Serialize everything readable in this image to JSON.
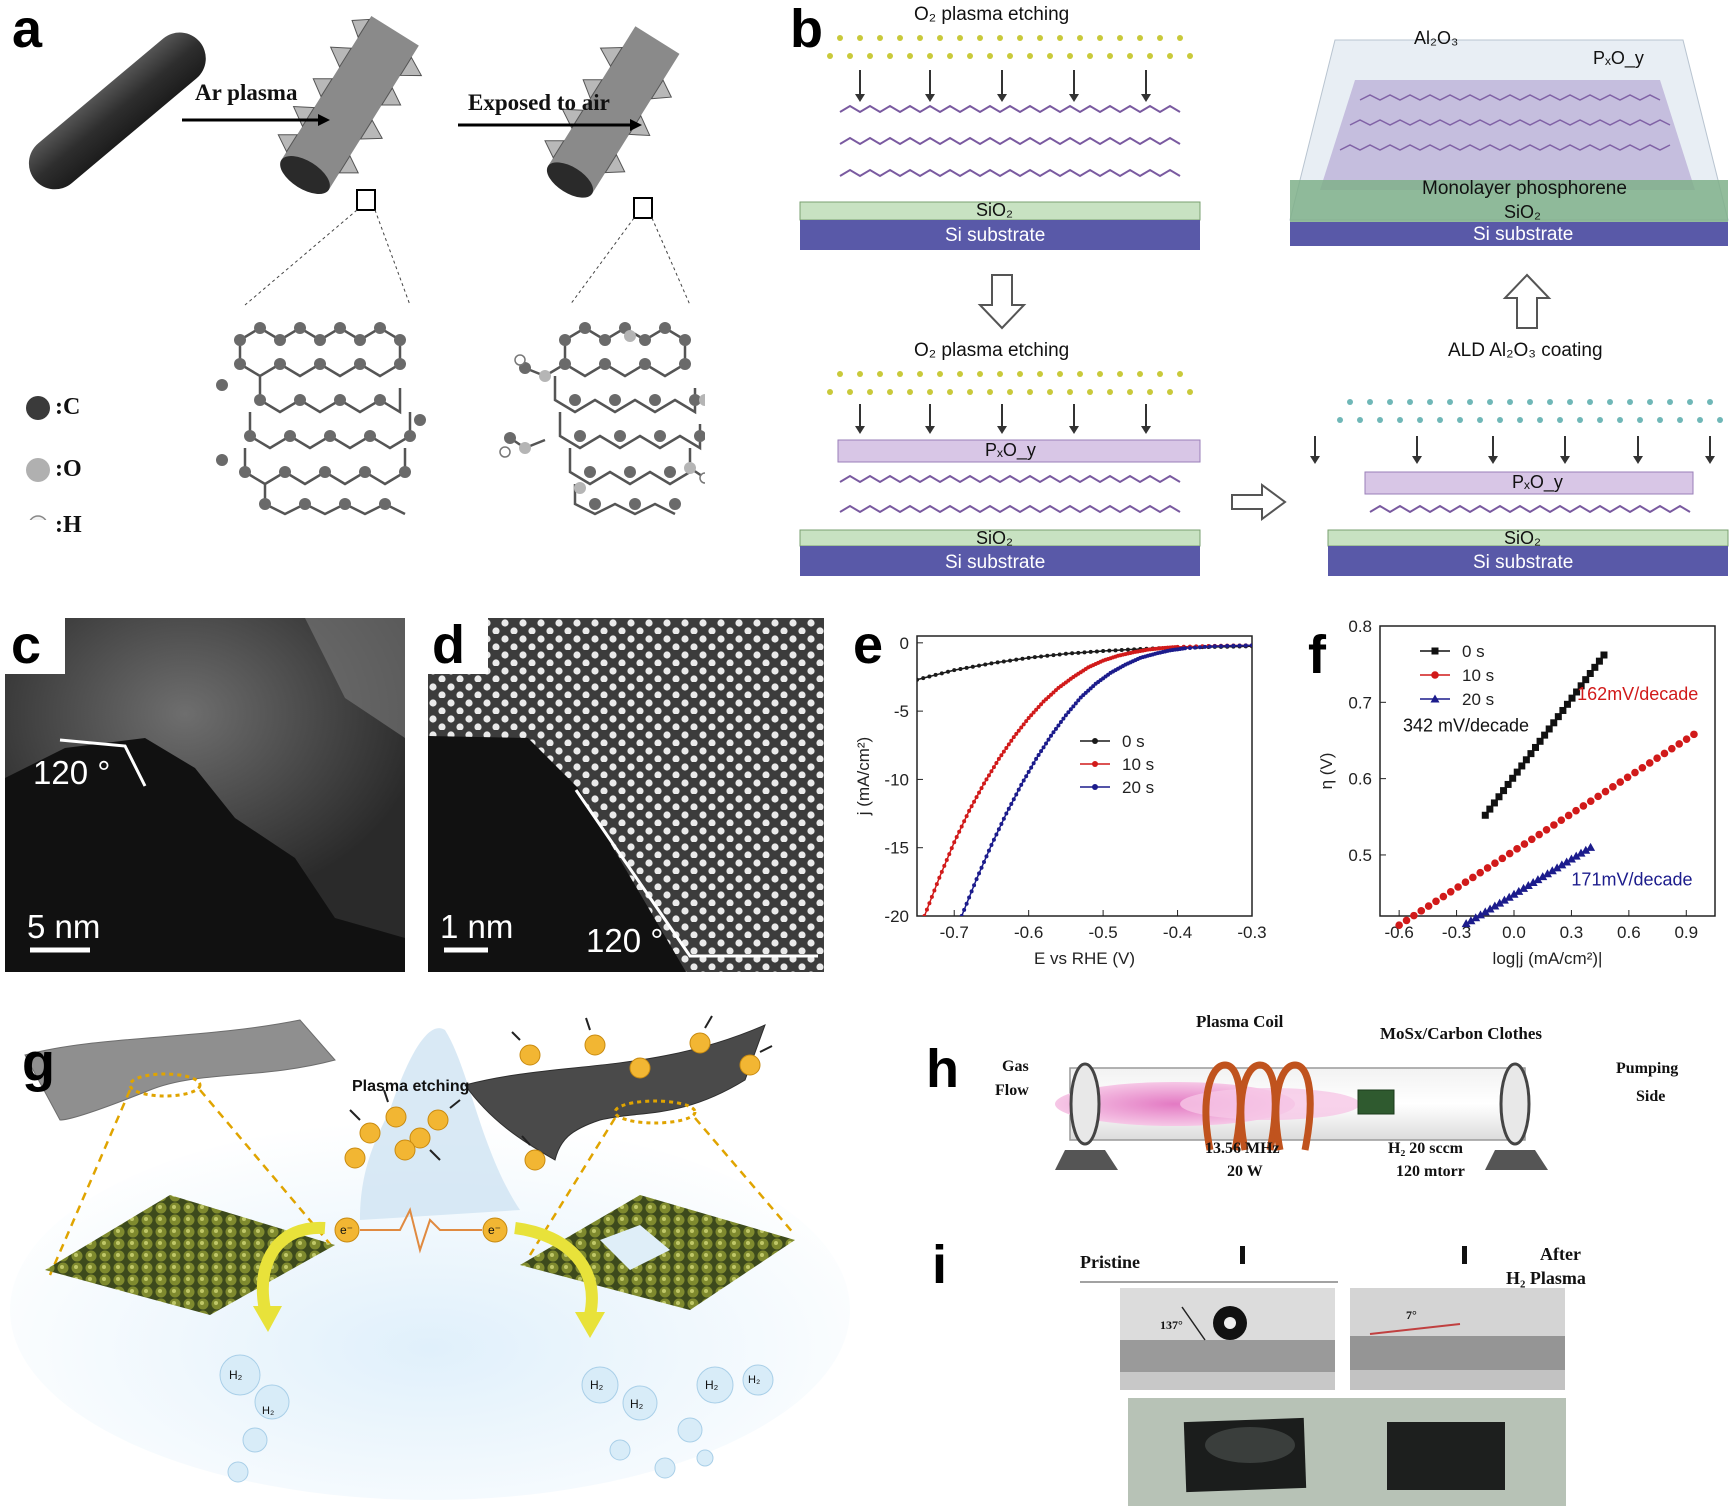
{
  "a": {
    "label": "a",
    "step1": "Ar plasma",
    "step2": "Exposed to air",
    "legend": [
      ":C",
      ":O",
      ":H"
    ]
  },
  "b": {
    "label": "b",
    "etch": "O₂ plasma etching",
    "sio2": "SiO₂",
    "si": "Si substrate",
    "pxoy": "PₓO_y",
    "ald": "ALD Al₂O₃ coating",
    "al2o3": "Al₂O₃",
    "mono": "Monolayer phosphorene"
  },
  "c": {
    "label": "c",
    "angle": "120 °",
    "scale": "5 nm"
  },
  "d": {
    "label": "d",
    "angle": "120 °",
    "scale": "1 nm"
  },
  "g": {
    "label": "g",
    "etch": "Plasma etching",
    "e": "e⁻",
    "h2": "H₂"
  },
  "h": {
    "label": "h",
    "coil": "Plasma Coil",
    "cloth": "MoSx/Carbon Clothes",
    "gas1": "Gas",
    "gas2": "Flow",
    "pump1": "Pumping",
    "pump2": "Side",
    "rf1": "13.56 MHz",
    "rf2": "20 W",
    "h2a": "H₂ 20 sccm",
    "h2b": "120 mtorr"
  },
  "i": {
    "label": "i",
    "pristine": "Pristine",
    "after1": "After",
    "after2": "H₂ Plasma",
    "ang1": "137°",
    "ang2": "7°"
  },
  "chart_data": [
    {
      "panel": "e",
      "type": "line",
      "xlabel": "E vs RHE (V)",
      "ylabel": "j (mA/cm²)",
      "xlim": [
        -0.75,
        -0.3
      ],
      "ylim": [
        -20,
        0.5
      ],
      "xticks": [
        -0.7,
        -0.6,
        -0.5,
        -0.4,
        -0.3
      ],
      "yticks": [
        0,
        -5,
        -10,
        -15,
        -20
      ],
      "legend_position": "center-right",
      "series": [
        {
          "name": "0 s",
          "color": "#1a1a1a",
          "x": [
            -0.75,
            -0.7,
            -0.65,
            -0.6,
            -0.55,
            -0.5,
            -0.45,
            -0.4,
            -0.35,
            -0.3
          ],
          "y": [
            -2.7,
            -2.0,
            -1.5,
            -1.1,
            -0.8,
            -0.6,
            -0.45,
            -0.35,
            -0.3,
            -0.25
          ]
        },
        {
          "name": "10 s",
          "color": "#d11a1a",
          "x": [
            -0.74,
            -0.72,
            -0.7,
            -0.68,
            -0.66,
            -0.64,
            -0.62,
            -0.6,
            -0.58,
            -0.56,
            -0.54,
            -0.52,
            -0.5,
            -0.48,
            -0.46,
            -0.44,
            -0.42,
            -0.4,
            -0.35,
            -0.3
          ],
          "y": [
            -20,
            -17.2,
            -14.6,
            -12.3,
            -10.3,
            -8.5,
            -6.9,
            -5.5,
            -4.3,
            -3.3,
            -2.5,
            -1.8,
            -1.3,
            -0.95,
            -0.7,
            -0.5,
            -0.38,
            -0.3,
            -0.22,
            -0.18
          ]
        },
        {
          "name": "20 s",
          "color": "#1c1c8c",
          "x": [
            -0.69,
            -0.67,
            -0.65,
            -0.63,
            -0.61,
            -0.59,
            -0.57,
            -0.55,
            -0.53,
            -0.51,
            -0.49,
            -0.47,
            -0.45,
            -0.43,
            -0.41,
            -0.39,
            -0.35,
            -0.3
          ],
          "y": [
            -20,
            -17.3,
            -14.8,
            -12.5,
            -10.4,
            -8.5,
            -6.8,
            -5.3,
            -4.0,
            -3.0,
            -2.2,
            -1.6,
            -1.1,
            -0.8,
            -0.55,
            -0.4,
            -0.25,
            -0.18
          ]
        }
      ]
    },
    {
      "panel": "f",
      "type": "scatter",
      "xlabel": "log|j (mA/cm²)|",
      "ylabel": "η (V)",
      "xlim": [
        -0.7,
        1.05
      ],
      "ylim": [
        0.42,
        0.8
      ],
      "xticks": [
        -0.6,
        -0.3,
        0.0,
        0.3,
        0.6,
        0.9
      ],
      "yticks": [
        0.5,
        0.6,
        0.7,
        0.8
      ],
      "legend_position": "top-left",
      "series": [
        {
          "name": "0 s",
          "color": "#111111",
          "x_start": -0.15,
          "x_end": 0.47,
          "y_start": 0.552,
          "y_end": 0.762,
          "annotation": "342 mV/decade"
        },
        {
          "name": "10 s",
          "color": "#d11a1a",
          "x_start": -0.6,
          "x_end": 0.94,
          "y_start": 0.408,
          "y_end": 0.658,
          "annotation": "162mV/decade"
        },
        {
          "name": "20 s",
          "color": "#1c1c8c",
          "x_start": -0.25,
          "x_end": 0.4,
          "y_start": 0.41,
          "y_end": 0.51,
          "annotation": "171mV/decade"
        }
      ]
    }
  ]
}
